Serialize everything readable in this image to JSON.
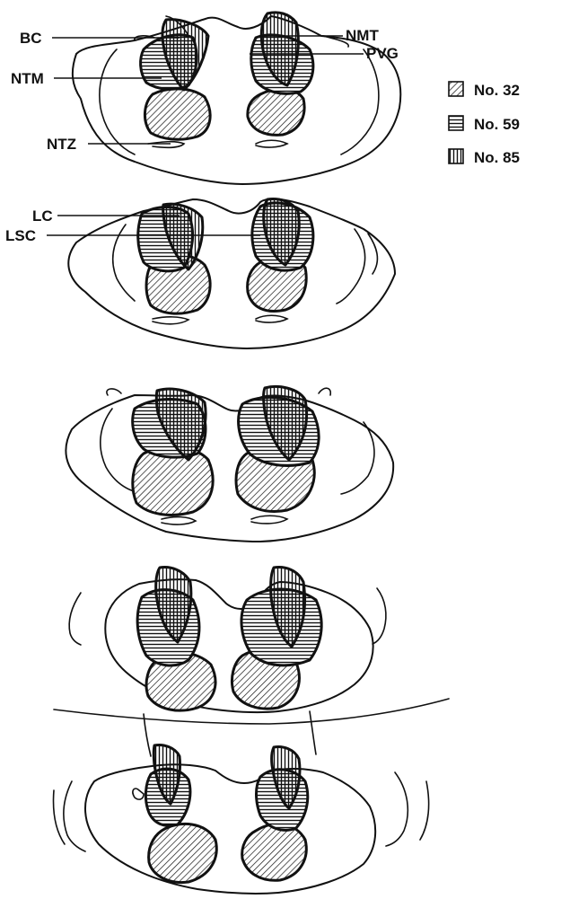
{
  "labels": {
    "bc": "BC",
    "ntm": "NTM",
    "ntz": "NTZ",
    "nmt": "NMT",
    "pvg": "PVG",
    "lc": "LC",
    "lsc": "LSC"
  },
  "legend": [
    {
      "text": "No. 32",
      "pattern": "diagonal-hatch"
    },
    {
      "text": "No. 59",
      "pattern": "horizontal-hatch"
    },
    {
      "text": "No. 85",
      "pattern": "vertical-hatch"
    }
  ],
  "colors": {
    "ink": "#111111",
    "background": "#ffffff"
  }
}
